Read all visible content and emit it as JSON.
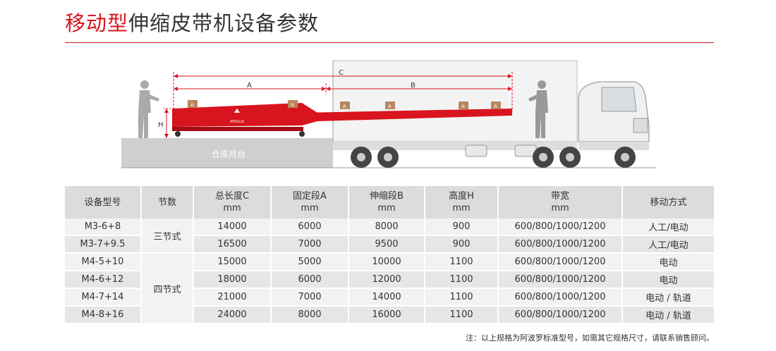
{
  "title": {
    "highlight": "移动型",
    "rest": "伸缩皮带机设备参数"
  },
  "diagram": {
    "label_A": "A",
    "label_B": "B",
    "label_C": "C",
    "label_H": "H",
    "dock_label": "仓库月台",
    "box_label": "A",
    "brand": "APOLLO",
    "colors": {
      "machine": "#d8141e",
      "box": "#b8875e",
      "dock": "#cfcfcf",
      "trailer": "#f1f1f1"
    }
  },
  "table": {
    "headers": [
      {
        "line1": "设备型号",
        "line2": ""
      },
      {
        "line1": "节数",
        "line2": ""
      },
      {
        "line1": "总长度C",
        "line2": "mm"
      },
      {
        "line1": "固定段A",
        "line2": "mm"
      },
      {
        "line1": "伸缩段B",
        "line2": "mm"
      },
      {
        "line1": "高度H",
        "line2": "mm"
      },
      {
        "line1": "带宽",
        "line2": "mm"
      },
      {
        "line1": "移动方式",
        "line2": ""
      }
    ],
    "groups": [
      "三节式",
      "四节式"
    ],
    "rows": [
      [
        "M3-6+8",
        "14000",
        "6000",
        "8000",
        "900",
        "600/800/1000/1200",
        "人工/电动"
      ],
      [
        "M3-7+9.5",
        "16500",
        "7000",
        "9500",
        "900",
        "600/800/1000/1200",
        "人工/电动"
      ],
      [
        "M4-5+10",
        "15000",
        "5000",
        "10000",
        "1100",
        "600/800/1000/1200",
        "电动"
      ],
      [
        "M4-6+12",
        "18000",
        "6000",
        "12000",
        "1100",
        "600/800/1000/1200",
        "电动"
      ],
      [
        "M4-7+14",
        "21000",
        "7000",
        "14000",
        "1100",
        "600/800/1000/1200",
        "电动 / 轨道"
      ],
      [
        "M4-8+16",
        "24000",
        "8000",
        "16000",
        "1100",
        "600/800/1000/1200",
        "电动 / 轨道"
      ]
    ]
  },
  "note": "注：以上规格为阿波罗标准型号，如需其它规格尺寸，请联系销售顾问。"
}
